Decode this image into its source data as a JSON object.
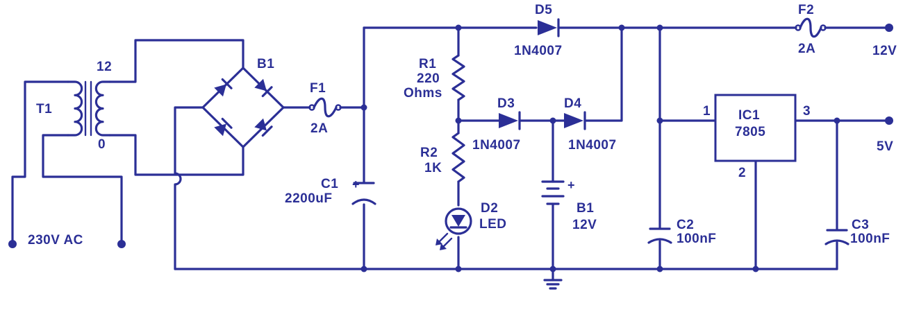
{
  "colors": {
    "ink": "#2b2f96",
    "background": "#ffffff"
  },
  "labels": {
    "t1": "T1",
    "t1_top": "12",
    "t1_bottom": "0",
    "mains": "230V AC",
    "b1_bridge": "B1",
    "f1_name": "F1",
    "f1_value": "2A",
    "c1_name": "C1",
    "c1_value": "2200uF",
    "polarity_plus": "+",
    "r1_name": "R1",
    "r1_value": "220",
    "r1_unit": "Ohms",
    "r2_name": "R2",
    "r2_value": "1K",
    "d2_name": "D2",
    "d2_value": "LED",
    "d3_name": "D3",
    "d3_value": "1N4007",
    "d4_name": "D4",
    "d4_value": "1N4007",
    "d5_name": "D5",
    "d5_value": "1N4007",
    "battery_name": "B1",
    "battery_value": "12V",
    "c2_name": "C2",
    "c2_value": "100nF",
    "ic_name": "IC1",
    "ic_value": "7805",
    "ic_pin1": "1",
    "ic_pin2": "2",
    "ic_pin3": "3",
    "c3_name": "C3",
    "c3_value": "100nF",
    "f2_name": "F2",
    "f2_value": "2A",
    "out_12v": "12V",
    "out_5v": "5V"
  }
}
